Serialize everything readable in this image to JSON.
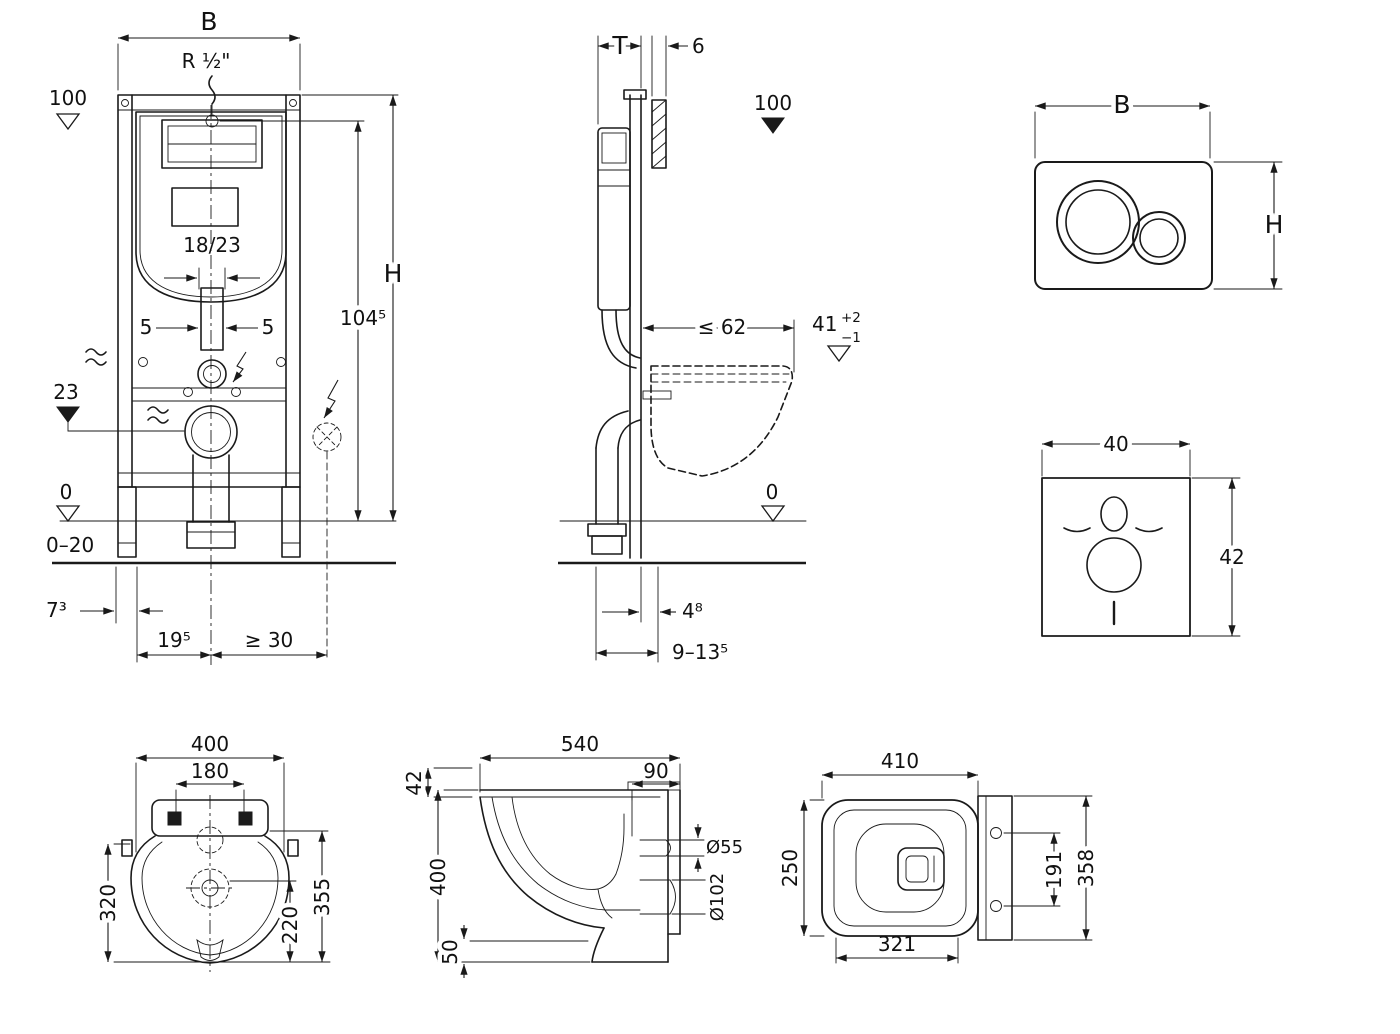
{
  "diagram": {
    "frame_front": {
      "b": "B",
      "supply": "R ½\"",
      "level_100": "100",
      "offset_18_23": "18/23",
      "gap_5_left": "5",
      "gap_5_right": "5",
      "level_23": "23",
      "height_104": "104⁵",
      "h": "H",
      "level_0": "0",
      "range_0_20": "0–20",
      "dist_7": "7³",
      "dist_19": "19⁵",
      "dist_min_30": "≥ 30"
    },
    "frame_side": {
      "t": "T",
      "depth_6": "6",
      "level_100": "100",
      "max_62": "≤ 62",
      "seat_41": "41",
      "seat_41_plus": "+2",
      "seat_41_minus": "−1",
      "level_0": "0",
      "dist_4": "4⁸",
      "range_9_13": "9–13⁵"
    },
    "flush_plate": {
      "b": "B",
      "h": "H"
    },
    "insulation_mat": {
      "width_40": "40",
      "height_42": "42"
    },
    "wc_top": {
      "width_400": "400",
      "width_180": "180",
      "depth_320": "320",
      "depth_220": "220",
      "depth_355": "355"
    },
    "wc_side": {
      "depth_540": "540",
      "depth_90": "90",
      "height_42": "42",
      "dia_55": "Ø55",
      "dia_102": "Ø102",
      "height_400": "400",
      "height_50": "50"
    },
    "wc_plan": {
      "width_410": "410",
      "depth_250": "250",
      "pitch_191": "191",
      "depth_358": "358",
      "depth_321": "321"
    }
  },
  "colors": {
    "line": "#1a1a1a",
    "background": "#ffffff"
  }
}
